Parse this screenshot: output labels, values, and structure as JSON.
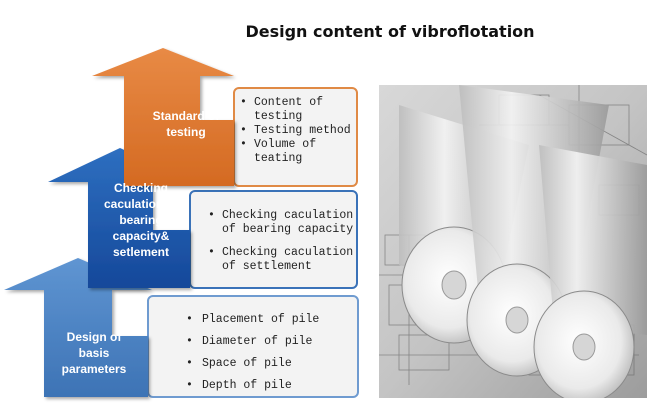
{
  "title": "Design content of vibroflotation",
  "steps": [
    {
      "label": "Standard of testing",
      "color": "#E07A35",
      "items": [
        "Content of testing",
        "Testing method",
        "Volume of teating"
      ]
    },
    {
      "label": "Checking caculation of bearing capacity& setlement",
      "color": "#1F5FB0",
      "items": [
        "Checking caculation of bearing capacity",
        "Checking caculation of settlement"
      ]
    },
    {
      "label": "Design of basis parameters",
      "color": "#4F86C3",
      "items": [
        "Placement of pile",
        "Diameter of pile",
        "Space of pile",
        "Depth of pile"
      ]
    }
  ],
  "box_border_colors": [
    "#E08A45",
    "#3A72B8",
    "#6F9BD0"
  ],
  "photo": {
    "subject": "rolled-blueprints-photo"
  }
}
